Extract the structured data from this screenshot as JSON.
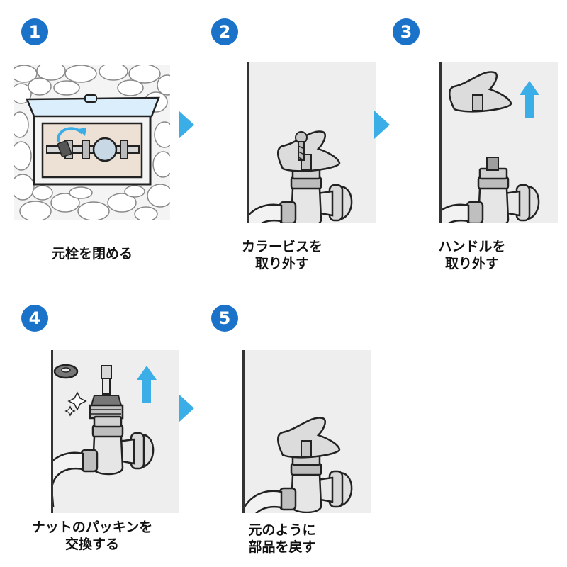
{
  "colors": {
    "badge": "#1b72c9",
    "arrow": "#3baee8",
    "panel_bg": "#eeeeee",
    "wall_line": "#333333"
  },
  "steps": [
    {
      "number": "1",
      "caption_lines": [
        "元栓を閉める"
      ]
    },
    {
      "number": "2",
      "caption_lines": [
        "カラービスを",
        "取り外す"
      ]
    },
    {
      "number": "3",
      "caption_lines": [
        "ハンドルを",
        "取り外す"
      ]
    },
    {
      "number": "4",
      "caption_lines": [
        "ナットのパッキンを",
        "交換する"
      ]
    },
    {
      "number": "5",
      "caption_lines": [
        "元のように",
        "部品を戻す"
      ]
    }
  ],
  "icons": {
    "step_arrow": "chevron-right-icon",
    "lift_arrow": "arrow-up-icon",
    "rotate_arrow": "rotate-arrow-icon",
    "sparkle": "sparkle-icon"
  }
}
